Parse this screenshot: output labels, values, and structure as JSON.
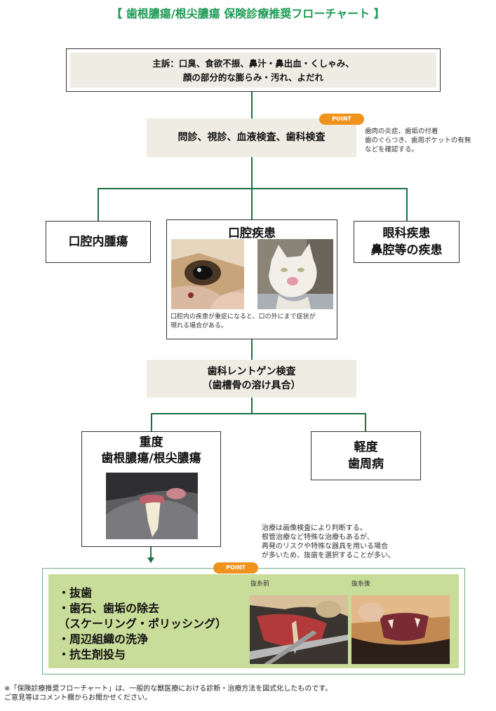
{
  "title": "【 歯根膿瘍/根尖膿瘍 保険診療推奨フローチャート 】",
  "complaint": {
    "line1": "主訴：口臭、食欲不振、鼻汁・鼻出血・くしゃみ、",
    "line2": "顔の部分的な膨らみ・汚れ、よだれ"
  },
  "exam": {
    "label": "問診、視診、血液検査、歯科検査",
    "point": "POINT",
    "note1": "歯肉の炎症、歯垢の付着",
    "note2": "歯のぐらつき、歯周ポケットの有無",
    "note3": "などを確認する。"
  },
  "branches": {
    "tumor": "口腔内腫瘍",
    "oral": "口腔疾患",
    "oral_note1": "口腔内の疾患が重症になると、口の外にまで症状が",
    "oral_note2": "現れる場合がある。",
    "eye1": "眼科疾患",
    "eye2": "鼻腔等の疾患"
  },
  "xray": {
    "line1": "歯科レントゲン検査",
    "line2": "（歯槽骨の溶け具合）"
  },
  "severe": {
    "line1": "重度",
    "line2": "歯根膿瘍/根尖膿瘍"
  },
  "mild": {
    "line1": "軽度",
    "line2": "歯周病"
  },
  "treat_note": {
    "line1": "治療は画像検査により判断する。",
    "line2": "根管治療など特殊な治療もあるが、",
    "line3": "再発のリスクや特殊な器具を用いる場合",
    "line4": "が多いため、抜歯を選択することが多い。"
  },
  "treatment": {
    "point": "POINT",
    "items": [
      "・抜歯",
      "・歯石、歯垢の除去",
      "（スケーリング・ポリッシング）",
      "・周辺組織の洗浄",
      "・抗生剤投与"
    ],
    "before": "抜糸前",
    "after": "抜糸後"
  },
  "footer": {
    "line1": "※「保険診療推奨フローチャート」は、一般的な獣医療における診断・治療方法を図式化したものです。",
    "line2": "ご意見等はコメント欄からお聞かせください。"
  },
  "colors": {
    "accent_green": "#1d9a54",
    "line_green": "#1b6f42",
    "point_orange": "#f0921e",
    "beige": "#efede3",
    "treatment_bg": "#c9dd9a"
  }
}
